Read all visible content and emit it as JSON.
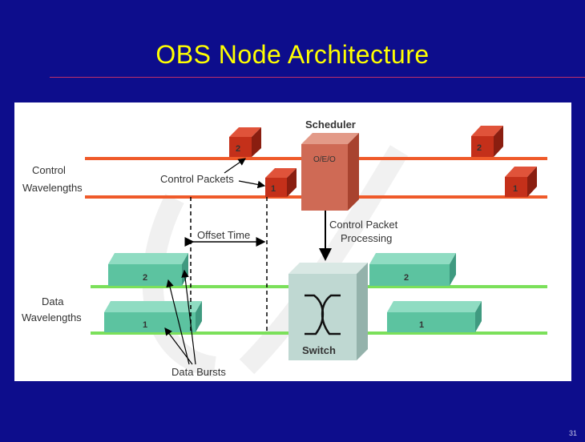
{
  "slide": {
    "title": "OBS Node Architecture",
    "page_number": "31"
  },
  "diagram": {
    "scheduler_label": "Scheduler",
    "oeo_label": "O/E/O",
    "control_wavelengths_line1": "Control",
    "control_wavelengths_line2": "Wavelengths",
    "data_wavelengths_line1": "Data",
    "data_wavelengths_line2": "Wavelengths",
    "control_packets_label": "Control Packets",
    "offset_time_label": "Offset Time",
    "control_packet_processing_line1": "Control Packet",
    "control_packet_processing_line2": "Processing",
    "switch_label": "Switch",
    "data_bursts_label": "Data Bursts",
    "packet_numbers": {
      "ctrl_left_top": "2",
      "ctrl_left_bottom": "1",
      "ctrl_right_top": "2",
      "ctrl_right_bottom": "1",
      "data_left_top": "2",
      "data_left_bottom": "1",
      "data_right_top": "2",
      "data_right_bottom": "1"
    },
    "colors": {
      "control_line": "#ef5a2a",
      "control_packet": "#c4301a",
      "scheduler_box": "#cf6a55",
      "data_line": "#7be05a",
      "data_burst": "#5cc3a0",
      "switch_box": "#bfd8d2"
    }
  }
}
